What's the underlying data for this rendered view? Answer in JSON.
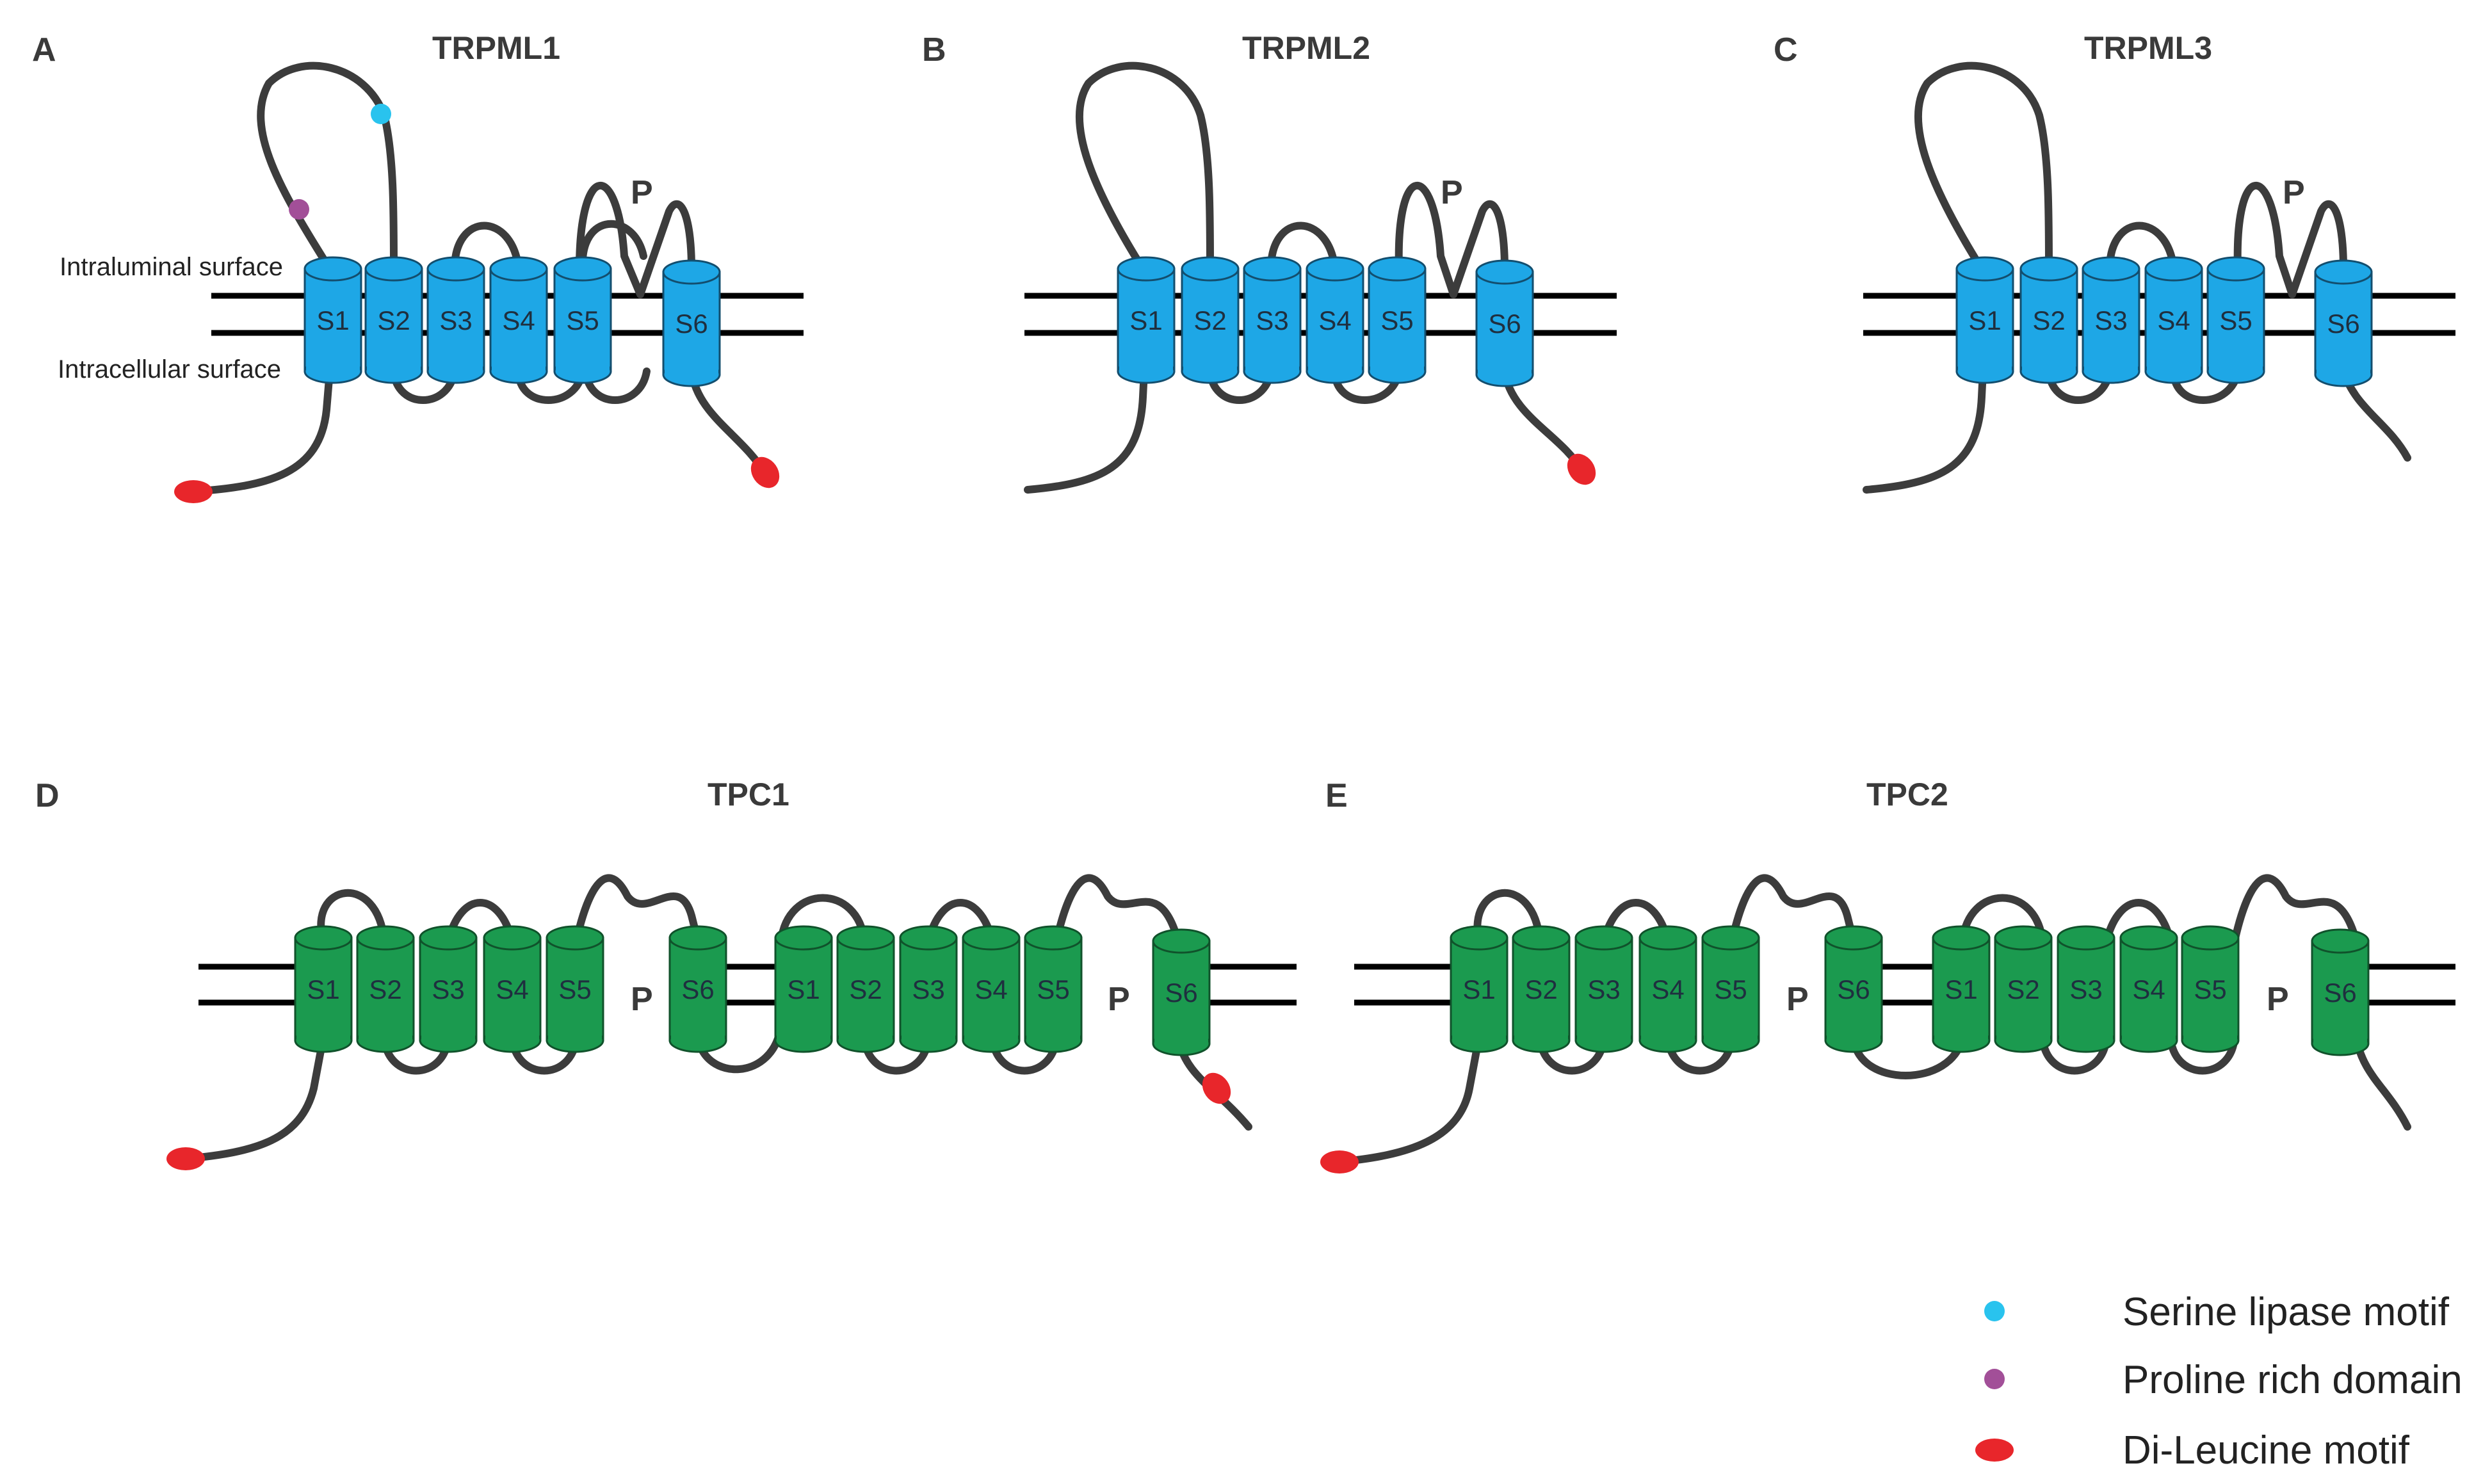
{
  "panels": [
    {
      "letter": "A",
      "title": "TRPML1"
    },
    {
      "letter": "B",
      "title": "TRPML2"
    },
    {
      "letter": "C",
      "title": "TRPML3"
    },
    {
      "letter": "D",
      "title": "TPC1"
    },
    {
      "letter": "E",
      "title": "TPC2"
    }
  ],
  "surfaces": {
    "intraluminal": "Intraluminal surface",
    "intracellular": "Intracellular surface"
  },
  "segments": [
    "S1",
    "S2",
    "S3",
    "S4",
    "S5",
    "S6"
  ],
  "pore_label": "P",
  "colors": {
    "trpml_helix": "#1ea7e6",
    "tpc_helix": "#1b9a4f",
    "chain": "#3c3c3c",
    "membrane": "#000000",
    "serine_lipase": "#29c3ee",
    "proline_rich": "#a24f98",
    "di_leucine": "#e8262b"
  },
  "legend": [
    {
      "label": "Serine lipase motif",
      "marker": "small-circle",
      "color": "#29c3ee"
    },
    {
      "label": "Proline rich domain",
      "marker": "small-circle",
      "color": "#a24f98"
    },
    {
      "label": "Di-Leucine motif",
      "marker": "ellipse",
      "color": "#e8262b"
    }
  ]
}
